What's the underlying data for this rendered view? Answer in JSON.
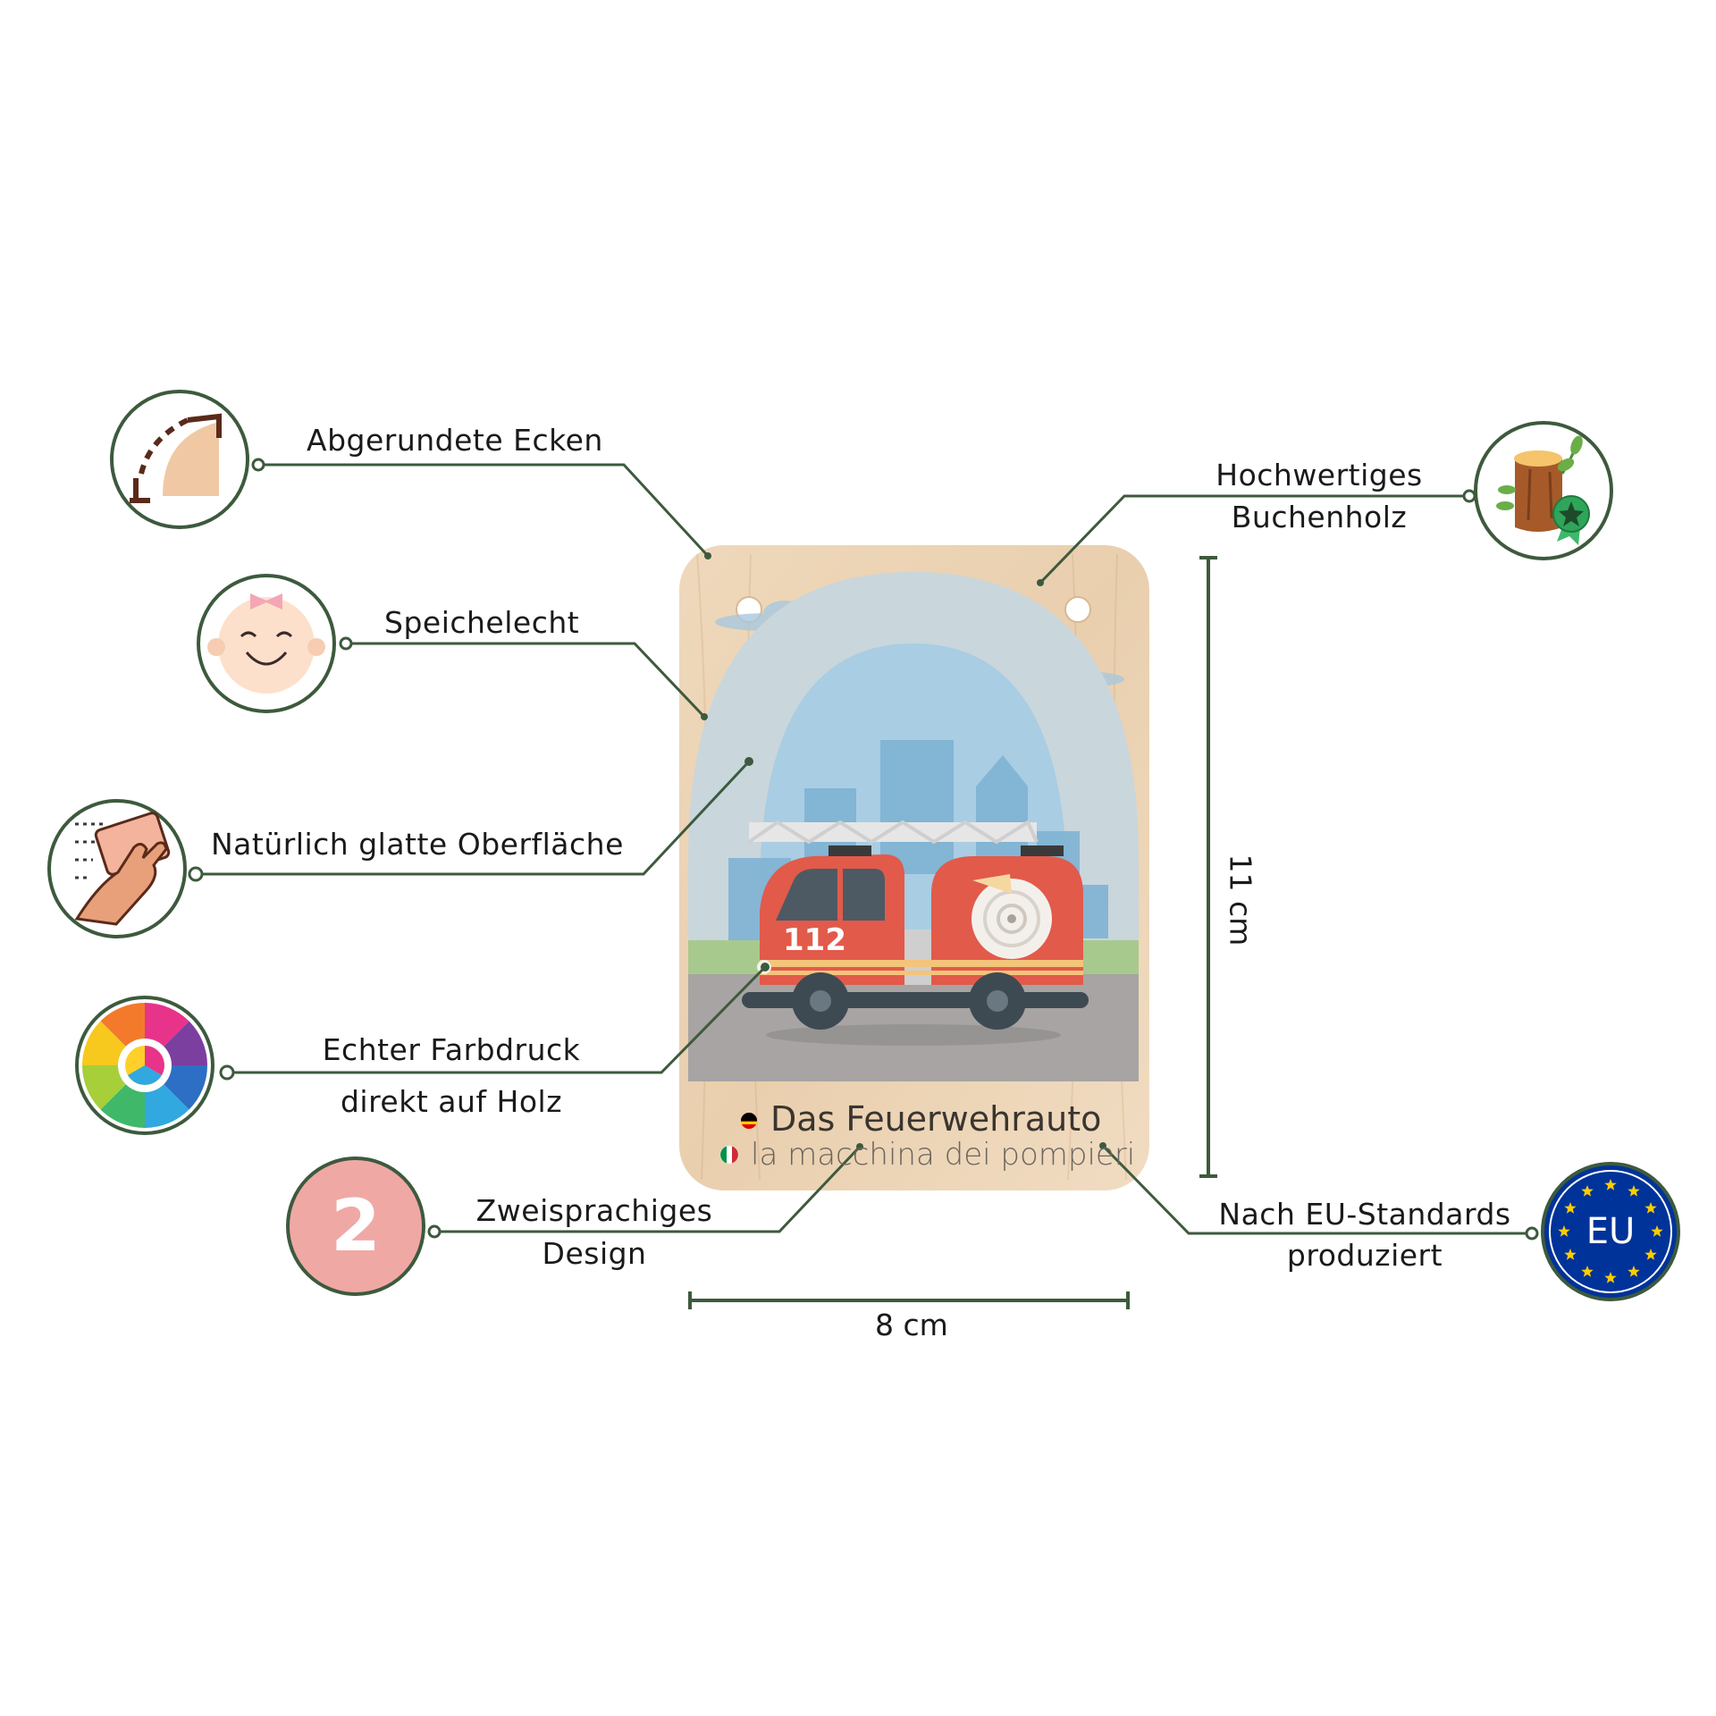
{
  "features": {
    "rounded_corners": "Abgerundete Ecken",
    "saliva_proof": "Speichelecht",
    "smooth_surface": "Natürlich glatte Oberfläche",
    "color_print_line1": "Echter Farbdruck",
    "color_print_line2": "direkt auf Holz",
    "bilingual_line1": "Zweisprachiges",
    "bilingual_line2": "Design",
    "beech_line1": "Hochwertiges",
    "beech_line2": "Buchenholz",
    "eu_line1": "Nach EU-Standards",
    "eu_line2": "produziert"
  },
  "card": {
    "truck_number": "112",
    "title_de": "Das Feuerwehrauto",
    "title_it": "la macchina dei pompieri"
  },
  "badges": {
    "bilingual_number": "2",
    "eu_text": "EU"
  },
  "dimensions": {
    "width": "8 cm",
    "height": "11 cm"
  },
  "colors": {
    "line": "#3d5a3d",
    "wood": "#ecd3b3",
    "truck_red": "#e25a4a",
    "sky": "#a9cde3",
    "eu_blue": "#003399",
    "eu_star": "#ffcc00",
    "badge_pink": "#f0a8a5"
  },
  "icons": [
    "rounded-corner-icon",
    "baby-face-icon",
    "wiping-hand-icon",
    "color-wheel-icon",
    "number-two-icon",
    "tree-trunk-icon",
    "eu-flag-icon"
  ]
}
